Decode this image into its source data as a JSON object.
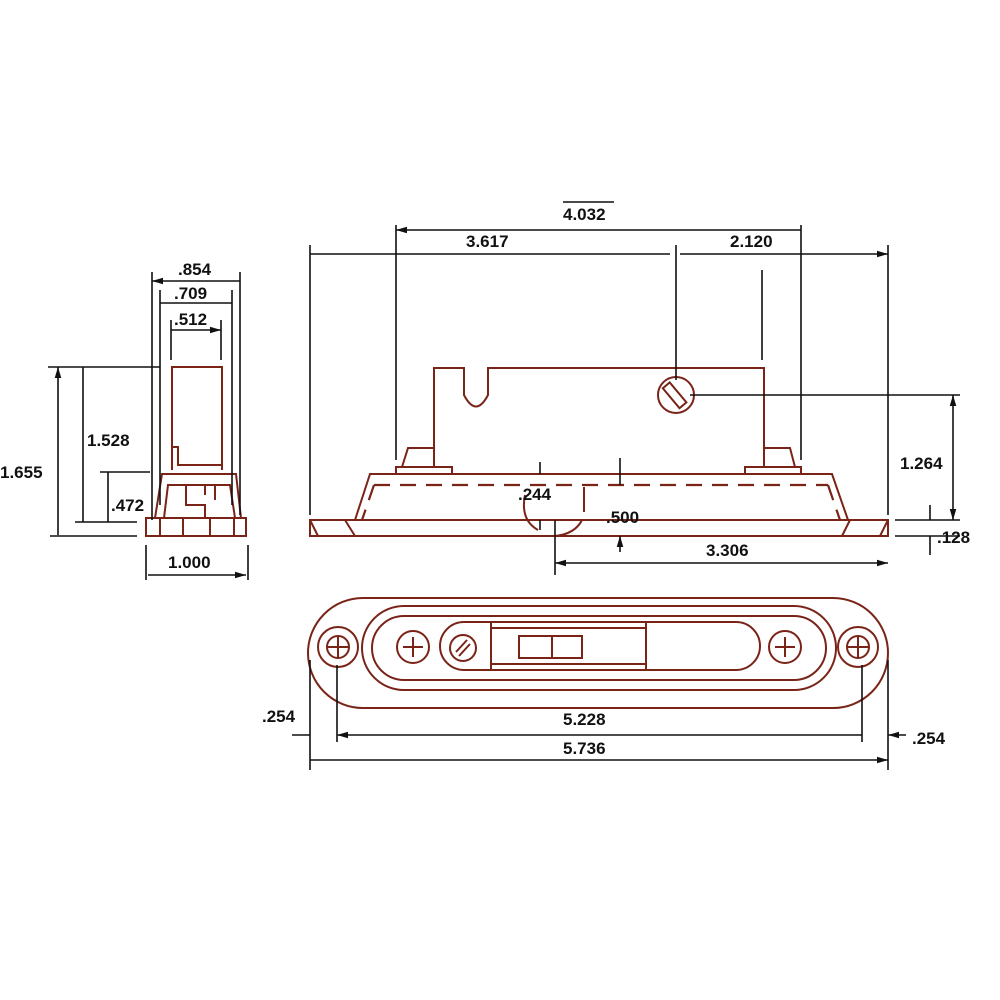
{
  "side_view": {
    "dims": {
      "w854": ".854",
      "w709": ".709",
      "w512": ".512",
      "h1655": "1.655",
      "h1528": "1.528",
      "h472": ".472",
      "w1000": "1.000"
    }
  },
  "front_view": {
    "dims": {
      "total": "4.032",
      "left": "3.617",
      "right": "2.120",
      "h1264": "1.264",
      "h128": ".128",
      "d244": ".244",
      "d500": ".500",
      "w3306": "3.306"
    }
  },
  "bottom_view": {
    "dims": {
      "holes": "5.228",
      "overall": "5.736",
      "left_edge": ".254",
      "right_edge": ".254"
    }
  },
  "colors": {
    "part": "#7a2418",
    "dimension": "#111111"
  }
}
